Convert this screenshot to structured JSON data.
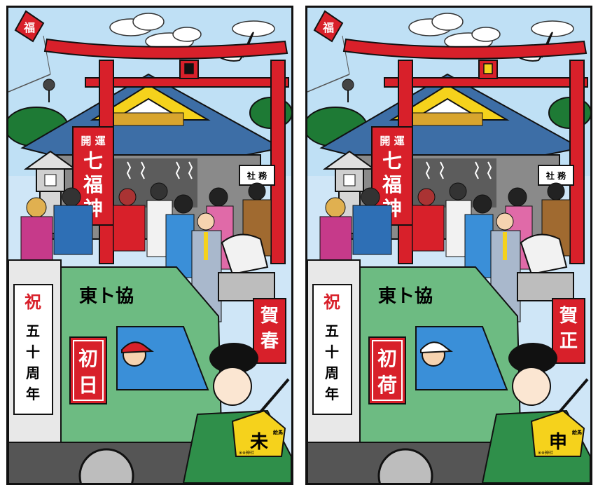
{
  "puzzle": {
    "panels": [
      {
        "id": "left",
        "kite_char": "福",
        "banner_top": "開 運",
        "banner_main": [
          "七",
          "福",
          "神"
        ],
        "sign_office": "社 務",
        "truck_brand": "東ト協",
        "truck_sign": [
          "初",
          "日"
        ],
        "side_sign_top": "祝",
        "side_sign_main": [
          "五",
          "十",
          "周",
          "年"
        ],
        "placard": [
          "賀",
          "春"
        ],
        "ema_char": "未",
        "ema_side": "絵馬",
        "ema_bottom": "※※神社",
        "roof_badge_color": "#111111",
        "driver_cap_color": "#d8202a"
      },
      {
        "id": "right",
        "kite_char": "福",
        "banner_top": "開 運",
        "banner_main": [
          "七",
          "福",
          "神"
        ],
        "sign_office": "社 務",
        "truck_brand": "東ト協",
        "truck_sign": [
          "初",
          "荷"
        ],
        "side_sign_top": "祝",
        "side_sign_main": [
          "五",
          "十",
          "周",
          "年"
        ],
        "placard": [
          "賀",
          "正"
        ],
        "ema_char": "申",
        "ema_side": "絵馬",
        "ema_bottom": "※※神社",
        "roof_badge_color": "#f5d21c",
        "driver_cap_color": "#ffffff"
      }
    ]
  }
}
